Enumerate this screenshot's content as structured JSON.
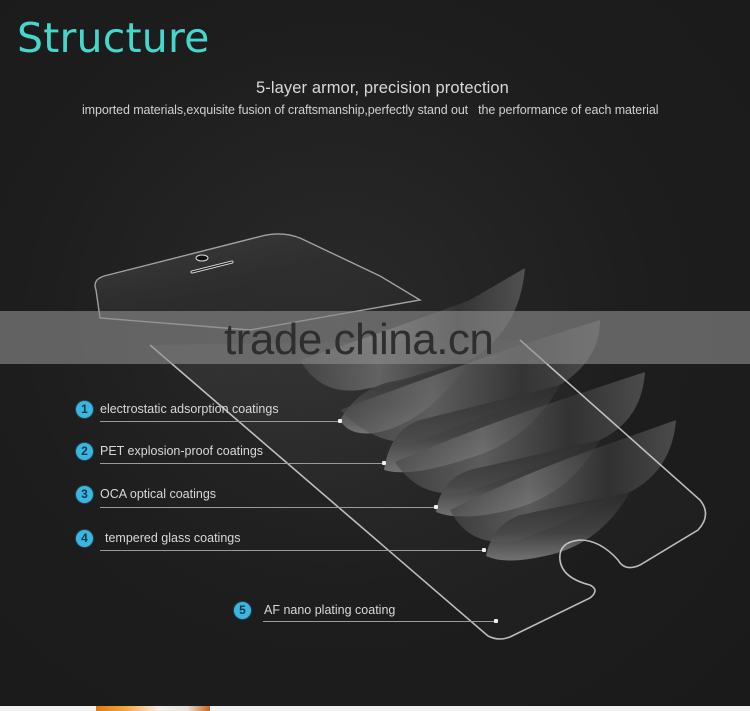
{
  "title": "Structure",
  "headline": "5-layer armor, precision protection",
  "subline": "imported materials,exquisite fusion of craftsmanship,perfectly stand out   the performance of each material",
  "watermark": "trade.china.cn",
  "colors": {
    "background": "#1b1b1b",
    "title": "#45d6cc",
    "badge": "#3bb6e0",
    "text": "#d8d8d8",
    "leader_line": "#9a9a9a"
  },
  "layers": [
    {
      "number": "1",
      "label": "electrostatic adsorption coatings",
      "icon": "number-1-circle-icon"
    },
    {
      "number": "2",
      "label": "PET explosion-proof coatings",
      "icon": "number-2-circle-icon"
    },
    {
      "number": "3",
      "label": "OCA optical coatings",
      "icon": "number-3-circle-icon"
    },
    {
      "number": "4",
      "label": "tempered glass coatings",
      "icon": "number-4-circle-icon"
    },
    {
      "number": "5",
      "label": "AF nano plating coating",
      "icon": "number-5-circle-icon"
    }
  ]
}
